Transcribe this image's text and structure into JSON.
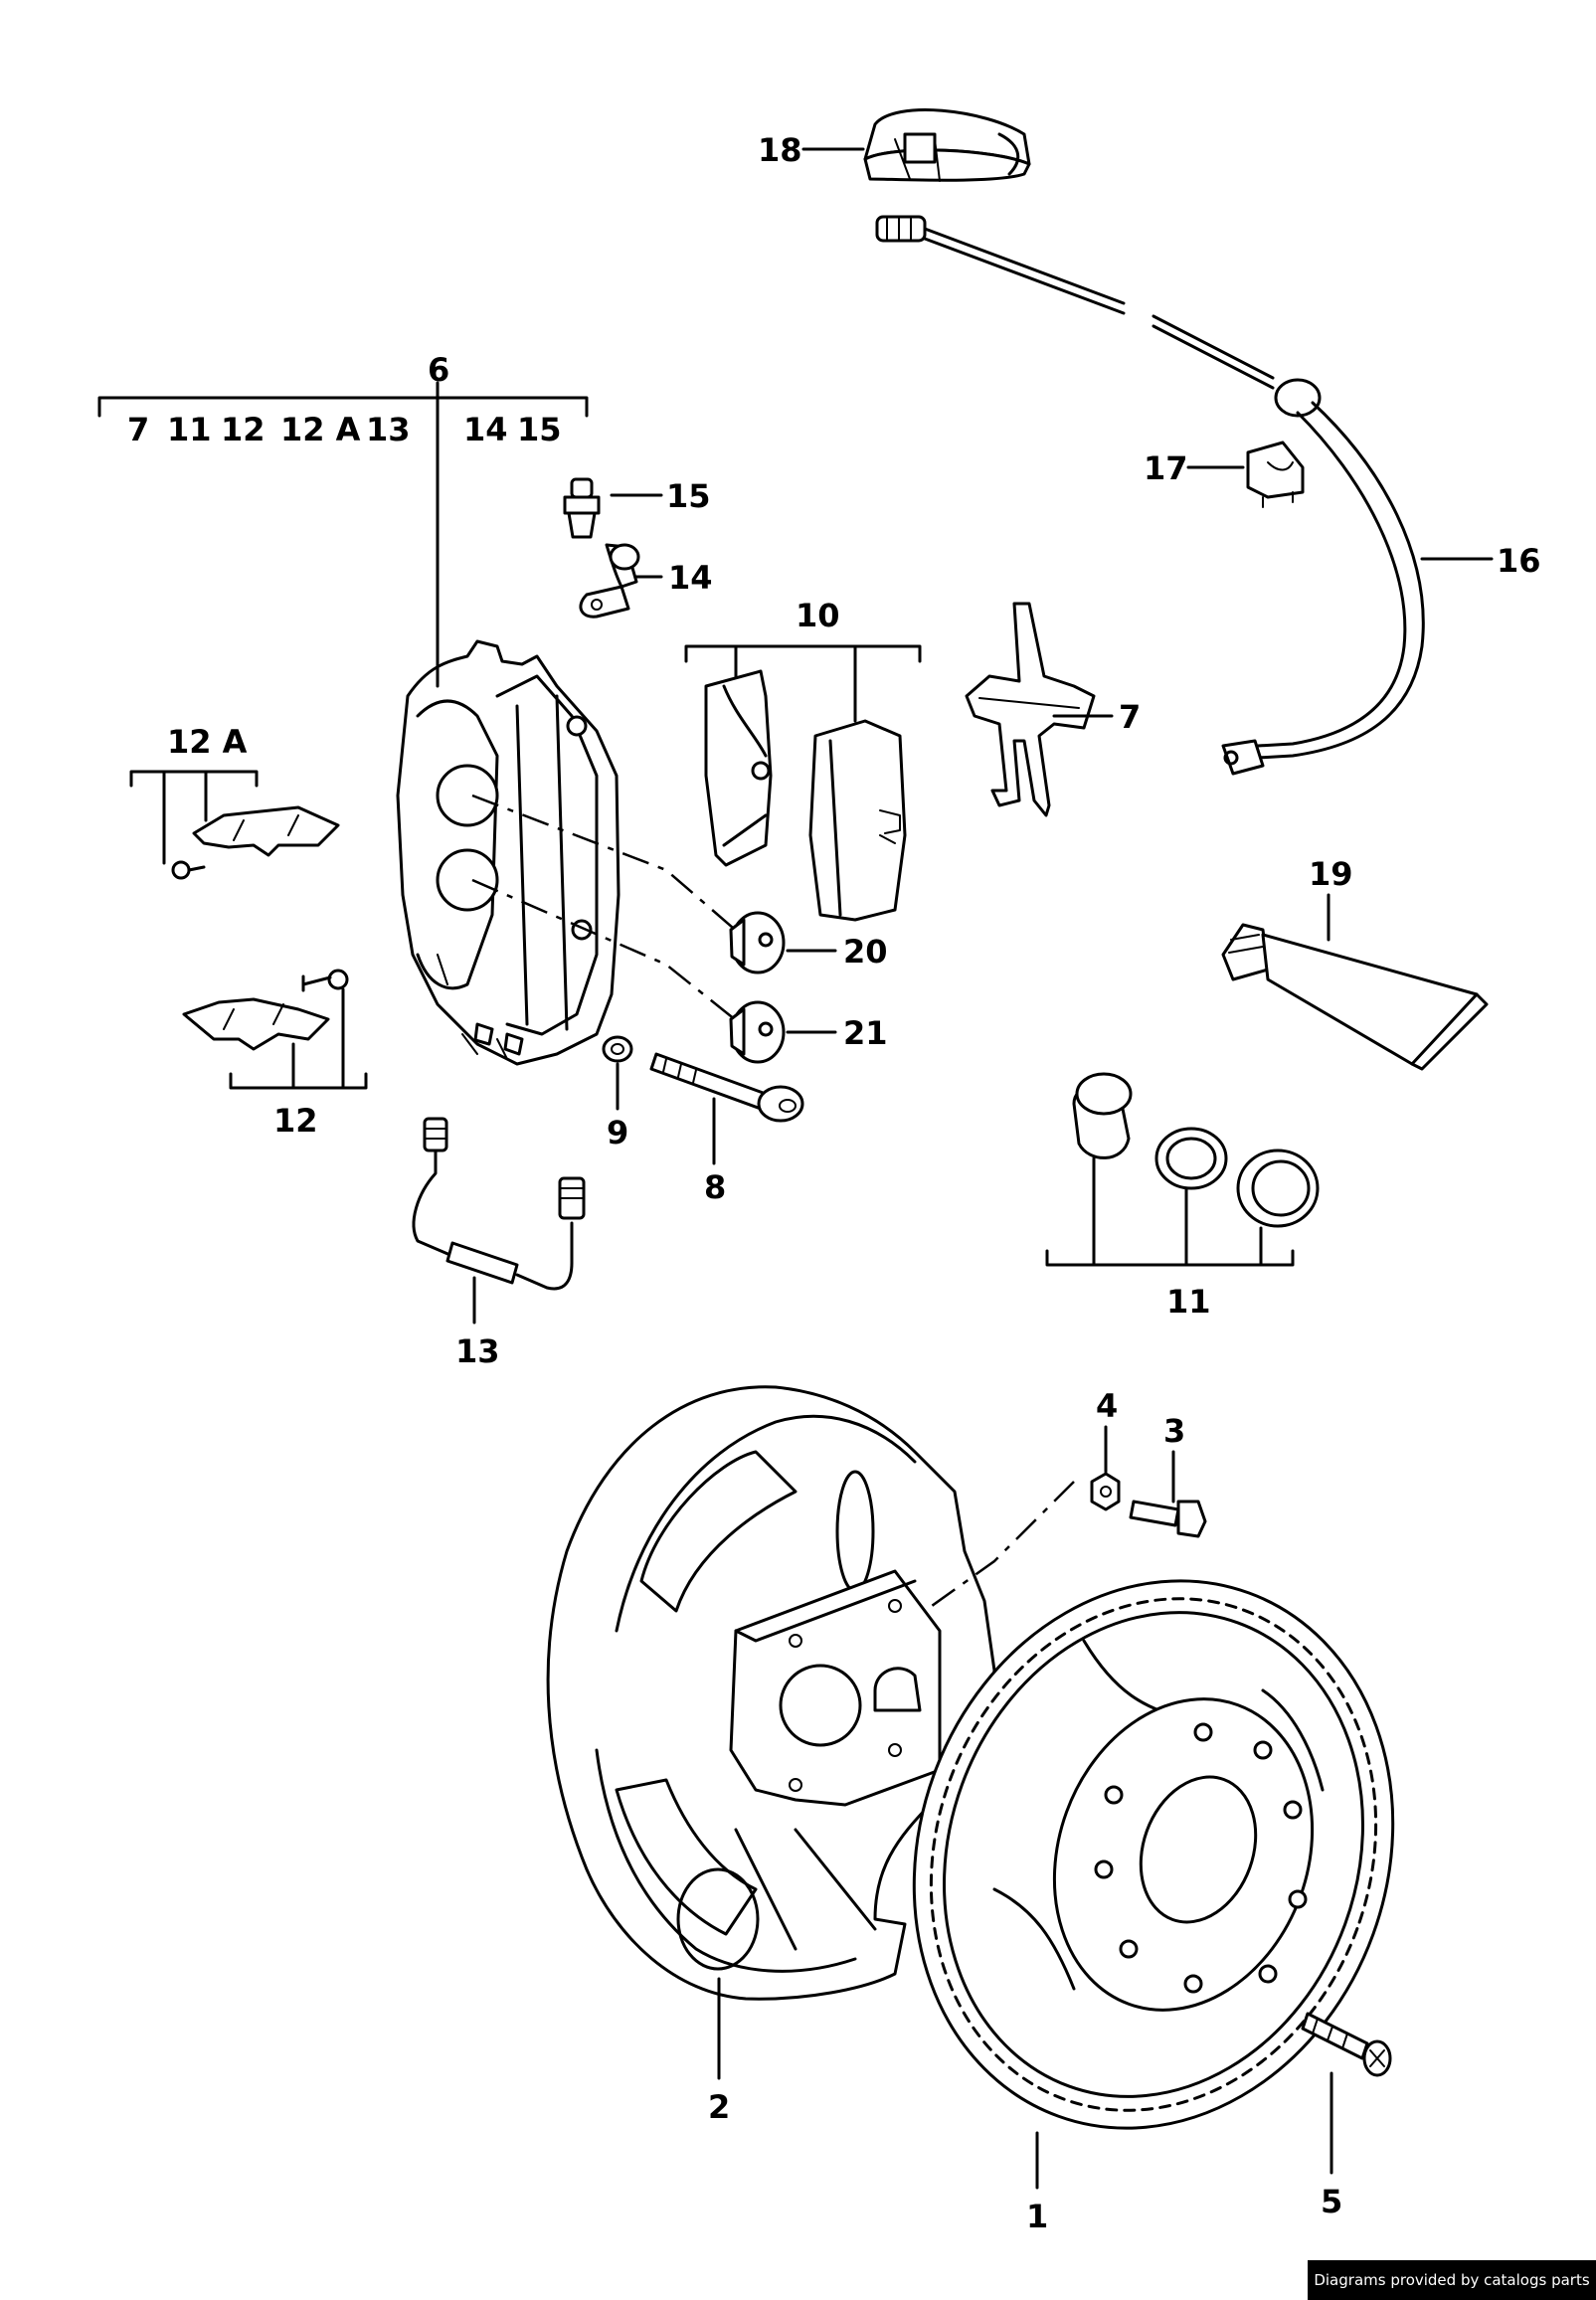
{
  "labels": {
    "l1": "1",
    "l2": "2",
    "l3": "3",
    "l4": "4",
    "l5": "5",
    "l6": "6",
    "l7": "7",
    "l8": "8",
    "l9": "9",
    "l10": "10",
    "l11": "11",
    "l12": "12",
    "l12a": "12 A",
    "l13": "13",
    "l14": "14",
    "l15": "15",
    "l16": "16",
    "l17": "17",
    "l18": "18",
    "l19": "19",
    "l20": "20",
    "l21": "21"
  },
  "group6": {
    "i1": "7",
    "i2": "11",
    "i3": "12",
    "i4": "12 A",
    "i5": "13",
    "i6": "14",
    "i7": "15"
  },
  "credit": "Diagrams provided by catalogs parts"
}
